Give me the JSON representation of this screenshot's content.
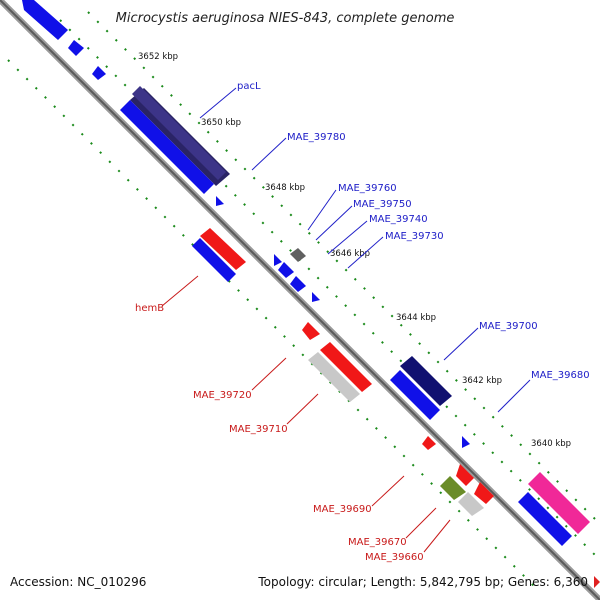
{
  "title": "Microcystis aeruginosa NIES-843, complete genome",
  "scale_labels": [
    "3652 kbp",
    "3650 kbp",
    "3648 kbp",
    "3646 kbp",
    "3644 kbp",
    "3642 kbp",
    "3640 kbp"
  ],
  "gene_labels_forward": [
    "pacL",
    "MAE_39780",
    "MAE_39760",
    "MAE_39750",
    "MAE_39740",
    "MAE_39730",
    "MAE_39700",
    "MAE_39680"
  ],
  "gene_labels_reverse": [
    "hemB",
    "MAE_39720",
    "MAE_39710",
    "MAE_39690",
    "MAE_39670",
    "MAE_39660"
  ],
  "accession": "Accession: NC_010296",
  "stats": "Topology: circular; Length: 5,842,795 bp; Genes: 6,360",
  "colors": {
    "forward_cds": "#1010e8",
    "reverse_cds": "#f01818",
    "pacL": "#3c3488",
    "grey_cds": "#606060",
    "light_grey_cds": "#c8c8c8",
    "navy_cds": "#101070",
    "pink_cds": "#f02898",
    "olive_cds": "#6a8c28",
    "gridline": "#1a8a1a",
    "backbone": "#9a9a9a"
  }
}
